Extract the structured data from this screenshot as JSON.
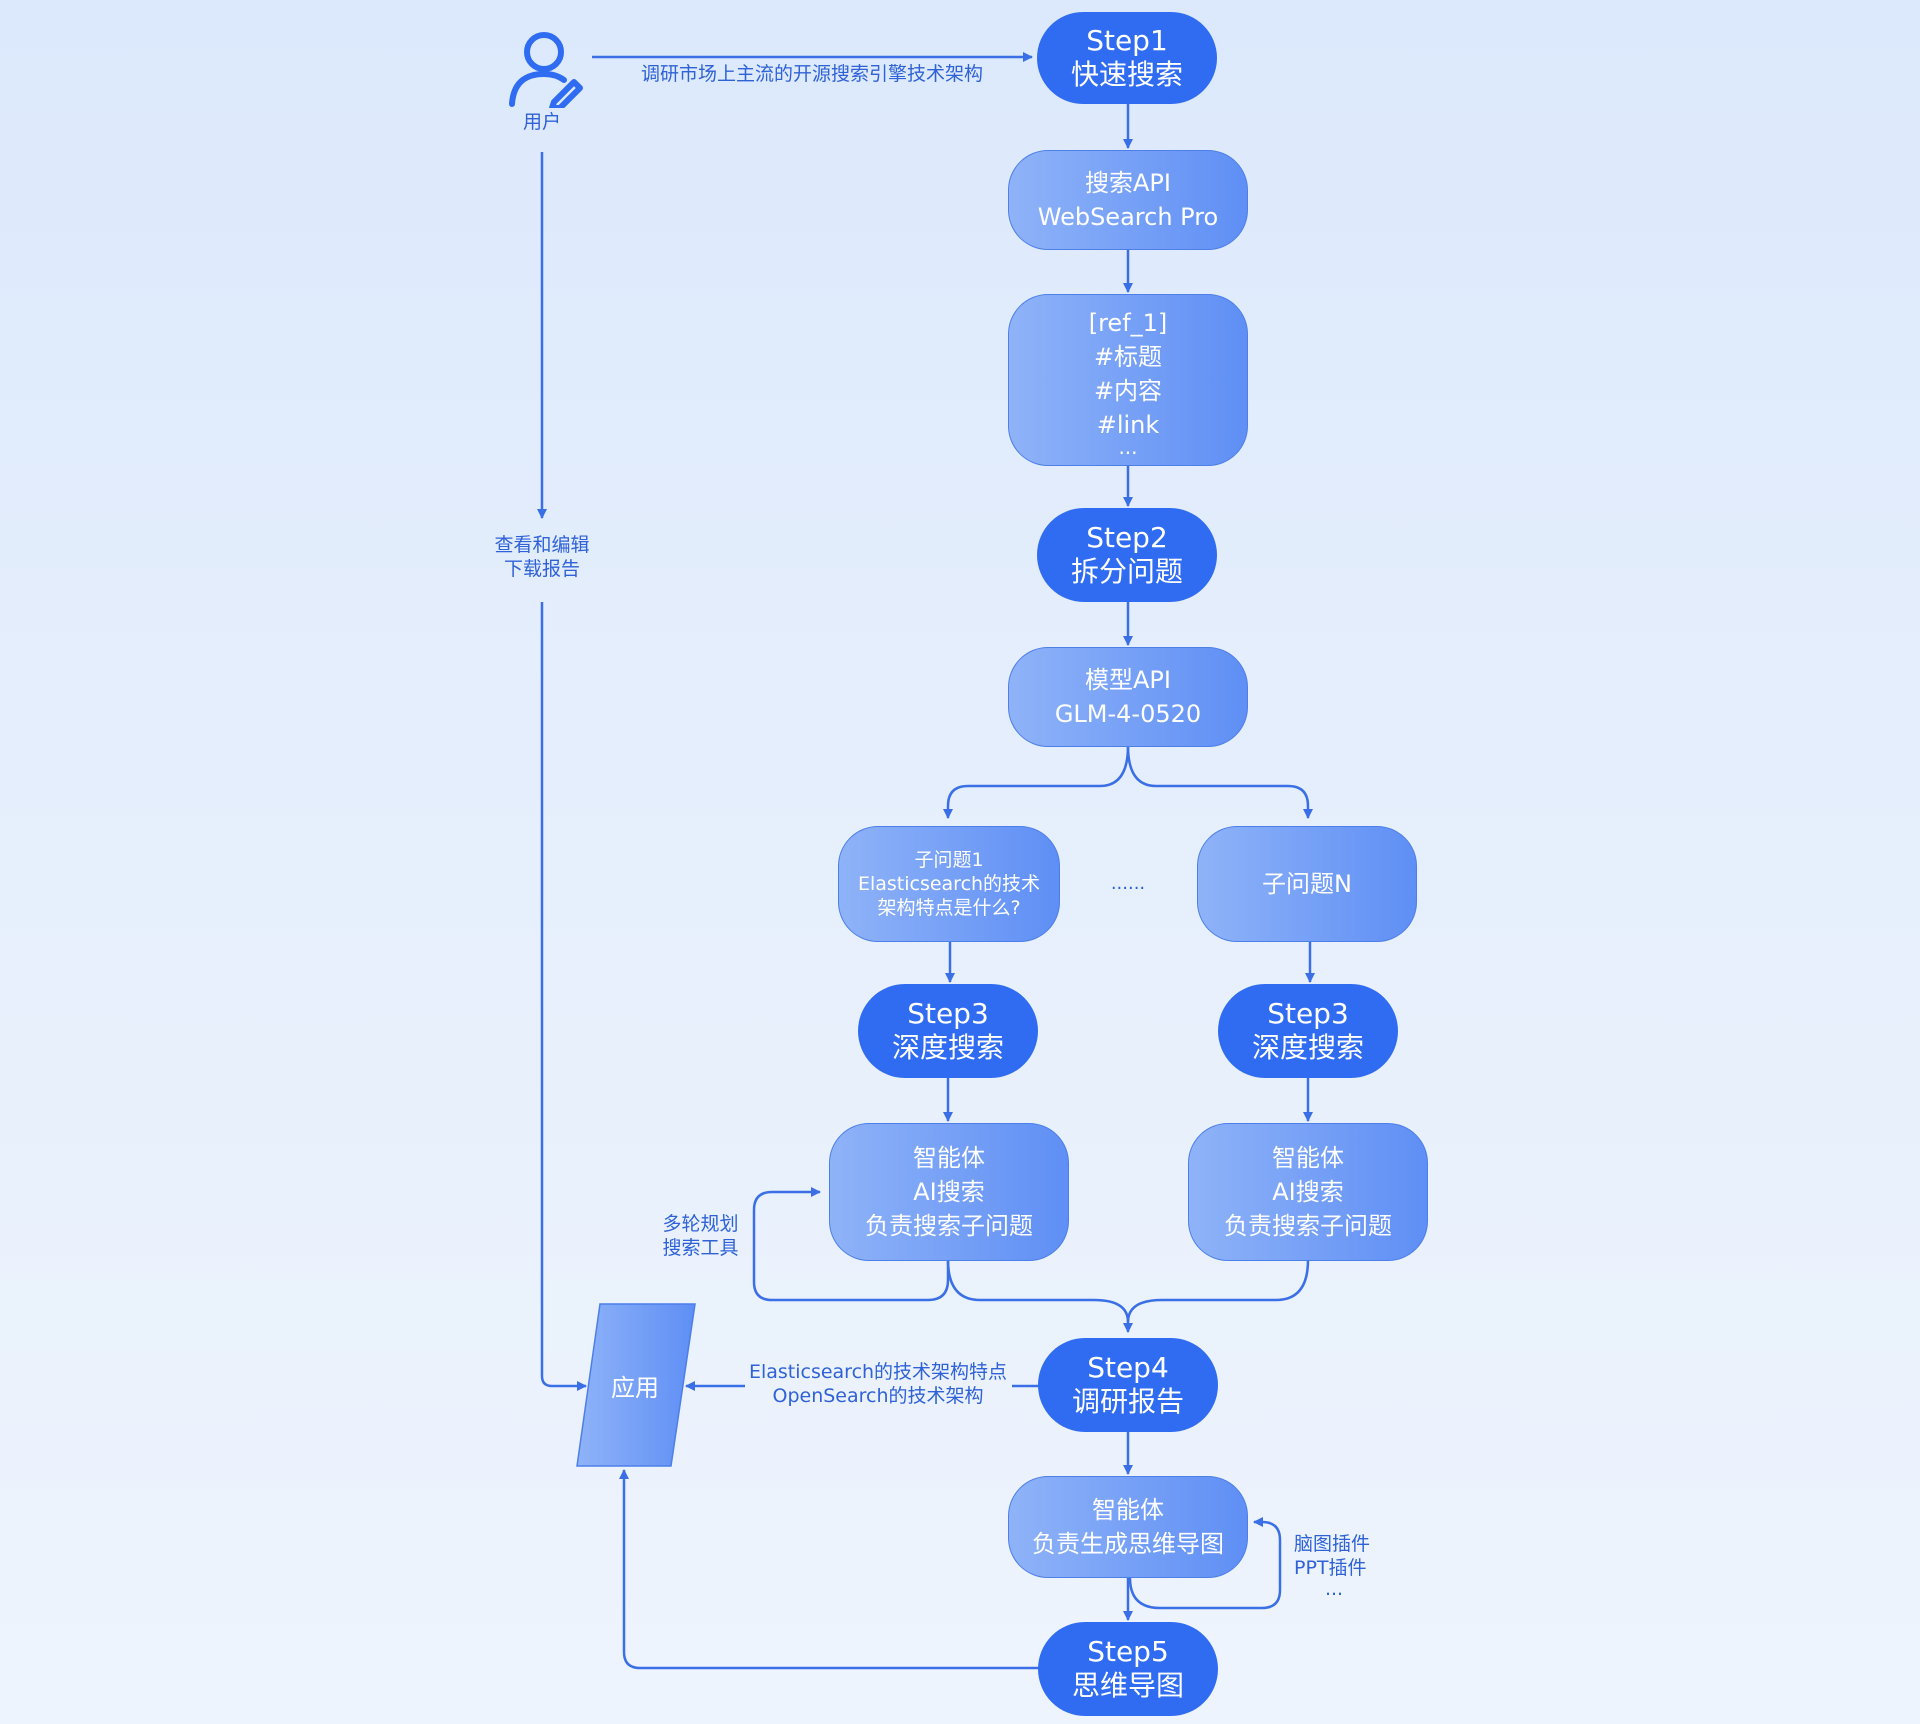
{
  "user": {
    "label": "用户",
    "icon": "user-edit-icon"
  },
  "edges": {
    "user_to_step1": "调研市场上主流的开源搜索引擎技术架构",
    "user_to_app": [
      "查看和编辑",
      "下载报告"
    ],
    "multi_round": [
      "多轮规划",
      "搜索工具"
    ],
    "step4_to_app": [
      "Elasticsearch的技术架构特点",
      "OpenSearch的技术架构"
    ],
    "plugins": [
      "脑图插件",
      "PPT插件",
      "..."
    ]
  },
  "nodes": {
    "step1": [
      "Step1",
      "快速搜索"
    ],
    "search_api": [
      "搜索API",
      "WebSearch Pro"
    ],
    "ref": [
      "[ref_1]",
      "#标题",
      "#内容",
      "#link",
      "..."
    ],
    "step2": [
      "Step2",
      "拆分问题"
    ],
    "model_api": [
      "模型API",
      "GLM-4-0520"
    ],
    "sub1": [
      "子问题1",
      "Elasticsearch的技术",
      "架构特点是什么?"
    ],
    "sub_dots": "......",
    "subN": "子问题N",
    "step3_left": [
      "Step3",
      "深度搜索"
    ],
    "step3_right": [
      "Step3",
      "深度搜索"
    ],
    "agent_left": [
      "智能体",
      "AI搜索",
      "负责搜索子问题"
    ],
    "agent_right": [
      "智能体",
      "AI搜索",
      "负责搜索子问题"
    ],
    "step4": [
      "Step4",
      "调研报告"
    ],
    "agent_mindmap": [
      "智能体",
      "负责生成思维导图"
    ],
    "step5": [
      "Step5",
      "思维导图"
    ],
    "app": "应用"
  },
  "colors": {
    "step_fill": "#2f6cf2",
    "process_fill_start": "#8fb3f8",
    "process_fill_end": "#5f8ff5",
    "line": "#3a6fe6",
    "label_text": "#2f62d6",
    "background": "#e2ecfc"
  }
}
